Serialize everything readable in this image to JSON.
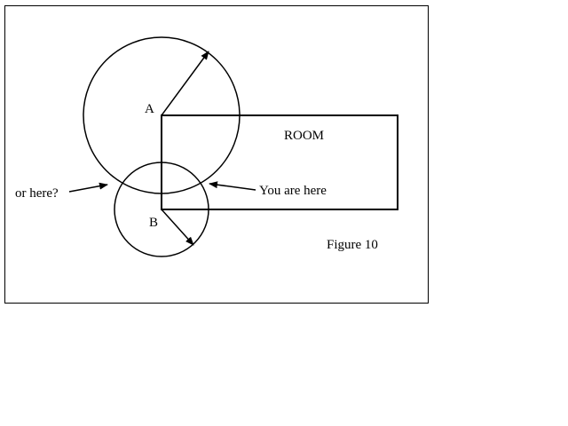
{
  "figure": {
    "label_a": "A",
    "label_b": "B",
    "room_label": "ROOM",
    "you_are_here": "You are here",
    "or_here": "or here?",
    "caption": "Figure 10"
  }
}
